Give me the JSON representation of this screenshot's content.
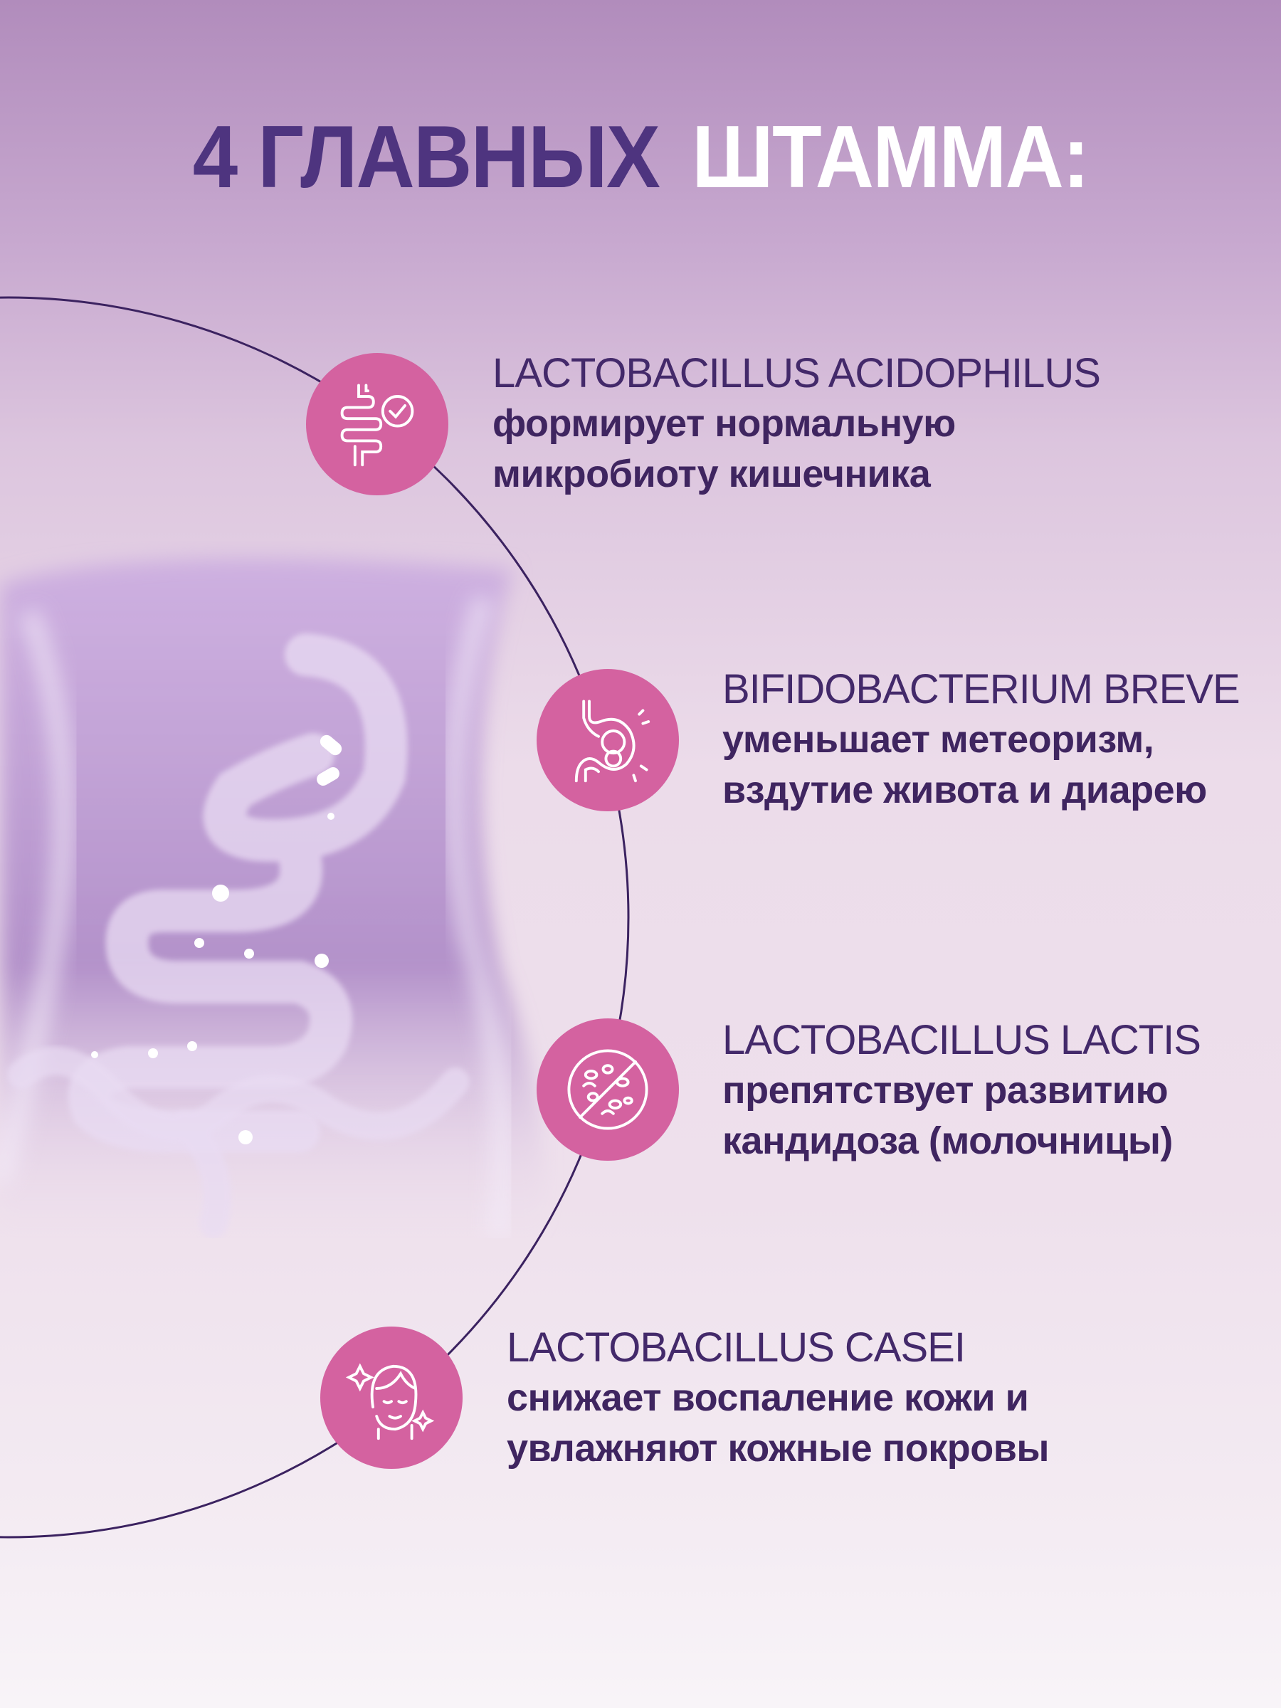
{
  "title": {
    "part1": "4 ГЛАВНЫХ",
    "part2": "ШТАММА:"
  },
  "strains": [
    {
      "name": "LACTOBACILLUS ACIDOPHILUS",
      "line1": "формирует нормальную",
      "line2": "микробиоту кишечника",
      "icon": "intestine-check-icon"
    },
    {
      "name": "BIFIDOBACTERIUM BREVE",
      "line1": "уменьшает метеоризм,",
      "line2": "вздутие живота и диарею",
      "icon": "stomach-icon"
    },
    {
      "name": "LACTOBACILLUS LACTIS",
      "line1": "препятствует развитию",
      "line2": "кандидоза (молочницы)",
      "icon": "no-fungus-icon"
    },
    {
      "name": "LACTOBACILLUS CASEI",
      "line1": "снижает воспаление кожи и",
      "line2": "увлажняют кожные покровы",
      "icon": "face-skin-icon"
    }
  ],
  "colors": {
    "title_dark": "#4e347f",
    "text": "#3f2560",
    "icon_bg": "#d462a0",
    "arc": "#3b2260"
  }
}
